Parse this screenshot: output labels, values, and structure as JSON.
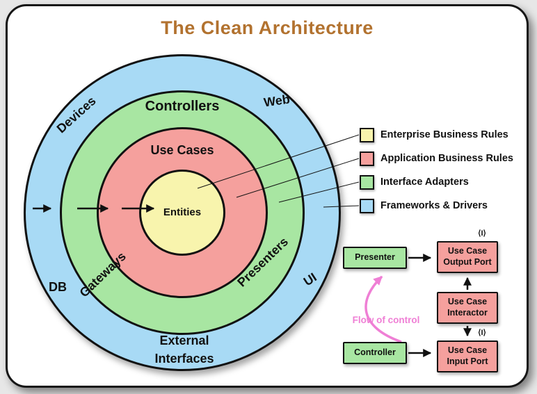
{
  "title": "The Clean Architecture",
  "colors": {
    "title_brown": "#b2722f",
    "frameworks_blue": "#a8daf5",
    "adapters_green": "#a8e6a2",
    "application_red": "#f5a09d",
    "enterprise_yellow": "#f8f4ad",
    "flow_pink": "#ef7fd5",
    "outline_black": "#111111"
  },
  "rings": {
    "entities": "Entities",
    "use_cases": "Use Cases",
    "controllers": "Controllers",
    "gateways": "Gateways",
    "presenters": "Presenters",
    "web": "Web",
    "devices": "Devices",
    "db": "DB",
    "ui": "UI",
    "external_line1": "External",
    "external_line2": "Interfaces"
  },
  "legend": {
    "items": [
      {
        "label": "Enterprise Business Rules",
        "color": "#f8f4ad"
      },
      {
        "label": "Application Business Rules",
        "color": "#f5a09d"
      },
      {
        "label": "Interface Adapters",
        "color": "#a8e6a2"
      },
      {
        "label": "Frameworks & Drivers",
        "color": "#a8daf5"
      }
    ]
  },
  "flow": {
    "presenter": "Presenter",
    "controller": "Controller",
    "output_port": [
      "Use Case",
      "Output Port"
    ],
    "interactor": [
      "Use Case",
      "Interactor"
    ],
    "input_port": [
      "Use Case",
      "Input Port"
    ],
    "label": "Flow of control",
    "interface_symbol": "⟨I⟩"
  }
}
